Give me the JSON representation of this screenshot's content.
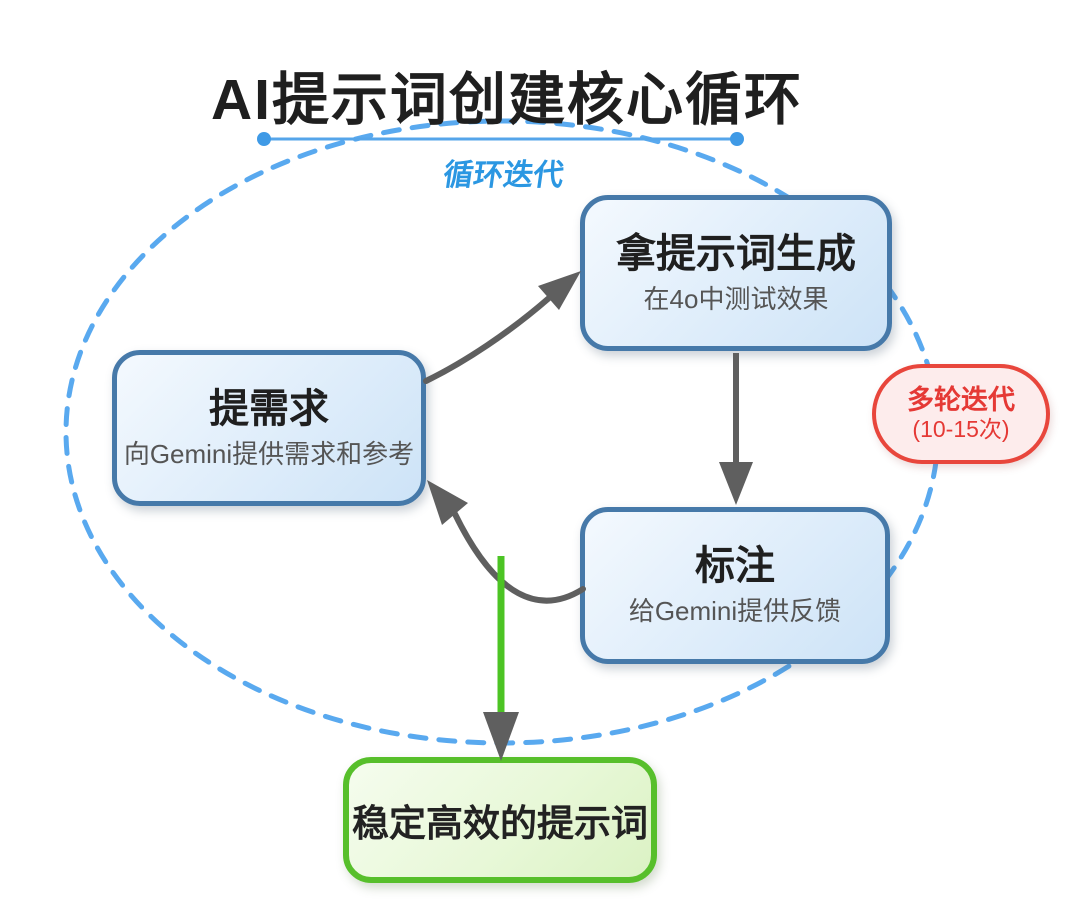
{
  "title": "AI提示词创建核心循环",
  "cycle_label": "循环迭代",
  "nodes": [
    {
      "id": "propose",
      "title": "提需求",
      "subtitle": "向Gemini提供需求和参考"
    },
    {
      "id": "generate",
      "title": "拿提示词生成",
      "subtitle": "在4o中测试效果"
    },
    {
      "id": "annotate",
      "title": "标注",
      "subtitle": "给Gemini提供反馈"
    }
  ],
  "badge": {
    "title": "多轮迭代",
    "subtitle": "(10-15次)"
  },
  "result": {
    "label": "稳定高效的提示词"
  },
  "colors": {
    "title_text": "#1f1f1f",
    "cycle_label_blue": "#2b97e2",
    "underline_blue": "#55a5ea",
    "underline_dot_blue": "#3f9ae6",
    "ellipse_dash_blue": "#59a9ef",
    "node_border_blue": "#4679a9",
    "node_fill_light": "#f4f9fe",
    "node_fill_dark": "#cde3f7",
    "node_subtitle_gray": "#555555",
    "arrow_gray": "#5f5f5f",
    "green_arrow": "#4cc424",
    "result_border_green": "#57bf2b",
    "result_fill_light": "#f5fcee",
    "result_fill_dark": "#dbf2c4",
    "badge_border_red": "#e8463c",
    "badge_fill_pink": "#fdecec",
    "badge_text_red": "#e53935"
  }
}
